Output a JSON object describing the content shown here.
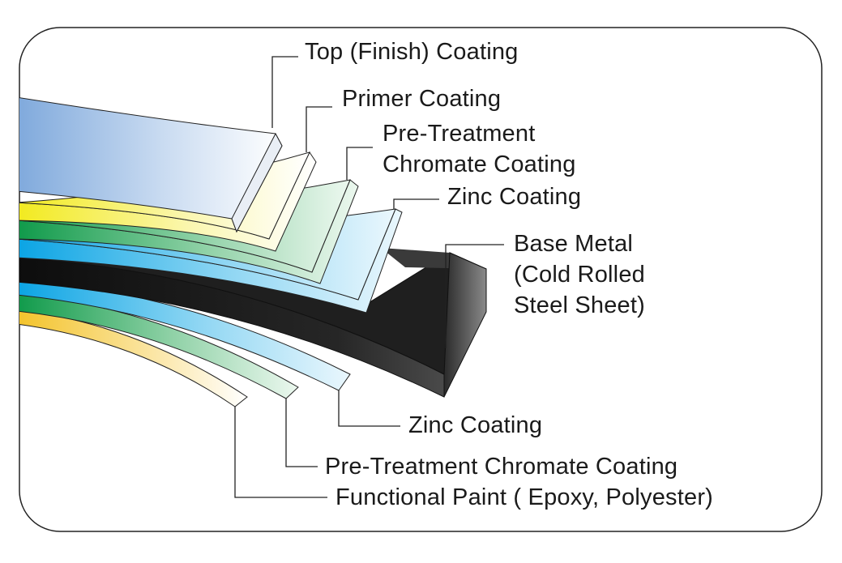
{
  "diagram": {
    "layers_upper": [
      {
        "name": "Top (Finish) Coating",
        "color": "#9cbde6"
      },
      {
        "name": "Primer Coating",
        "color": "#f6f16a"
      },
      {
        "name": "Pre-Treatment Chromate Coating",
        "color": "#22a65a"
      },
      {
        "name": "Zinc Coating",
        "color": "#19aee8"
      }
    ],
    "core": {
      "name": "Base Metal (Cold Rolled Steel Sheet)",
      "color": "#1b1b1b"
    },
    "layers_lower": [
      {
        "name": "Zinc Coating",
        "color": "#19aee8"
      },
      {
        "name": "Pre-Treatment Chromate Coating",
        "color": "#22a65a"
      },
      {
        "name": "Functional Paint ( Epoxy, Polyester)",
        "color": "#f4cf4a"
      }
    ]
  },
  "labels": {
    "top_finish": "Top (Finish) Coating",
    "primer": "Primer Coating",
    "pretreat_top_line1": "Pre-Treatment",
    "pretreat_top_line2": "Chromate Coating",
    "zinc_top": "Zinc Coating",
    "base_line1": "Base Metal",
    "base_line2": "(Cold Rolled",
    "base_line3": "Steel Sheet)",
    "zinc_bottom": "Zinc Coating",
    "pretreat_bottom": "Pre-Treatment Chromate Coating",
    "functional_paint": "Functional Paint ( Epoxy, Polyester)"
  }
}
